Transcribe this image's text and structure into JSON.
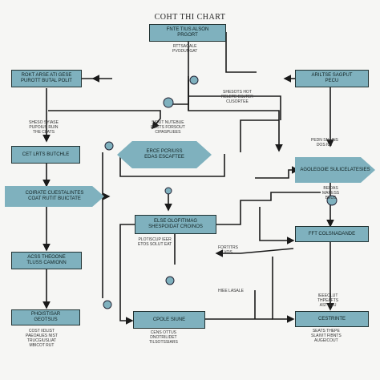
{
  "title": "COHT THI CHART",
  "boxes": {
    "top": {
      "line1": "FNTE TIUS ALSON",
      "line2": "PRGORT"
    },
    "left1": {
      "line1": "ROKT ARSE ATI GESE",
      "line2": "PUROTT BUTAL POLIT"
    },
    "left2": {
      "line1": "CET LRTS BUTCHLE"
    },
    "left3": {
      "line1": "COIRATE CUESTALINTES",
      "line2": "COAT RUTIT BUICTATE"
    },
    "left4": {
      "line1": "ACSS THEOONE",
      "line2": "TLUSS CAMIONN"
    },
    "left5": {
      "line1": "PHOISTISAR",
      "line2": "GEOTSUS"
    },
    "diamond": {
      "line1": "ERCE PCRIUSS",
      "line2": "EDAS ESCAFTEE"
    },
    "mid": {
      "line1": "ELSE OLOFITIMAG",
      "line2": "SHESPOIDAT CROINOS"
    },
    "bottom_mid": {
      "line1": "CPOLE SIUNE"
    },
    "right1": {
      "line1": "ARILTSE SAGPUT",
      "line2": "PECU"
    },
    "right2": {
      "line1": "AGOLEGOIE SULICELATESIES"
    },
    "right3": {
      "line1": "FFT COLSNADANDE"
    },
    "right4": {
      "line1": "CESTRINTE"
    }
  },
  "notes": {
    "n1": "RTTSAGALE\nPVODUNGAT",
    "n2": "SHESO SYIASE\nPUPOIUS RUIN\nTHE CLATS",
    "n3": "SIGUT NUTEBUE\nRECTS FORSOUT\nCIPASPLIEES",
    "n4": "PLOTISCUP IEER\nETOS SOLUT EAT",
    "n5": "BEIDAS\nMARESS\nBEUS",
    "n6": "PEDN SNAINS\nDOS IUT",
    "n7": "FORTITRS\nVOS",
    "n8": "COST IIDLIST\nPAEOAUES NIST\nTRUCGIUSLIAT\nMBICOT RUT",
    "n9": "CENS OTTUS\nDNOTRILIDET\nTILSOTSSIARS",
    "n10": "SEATS THEPE\nSLAIVIT FIBNTS\nAUGEICOUT",
    "n11": "HIEE LASALE",
    "n12": "SHESOTS HOT\nRELETE ESLTER\nCUSORTEE",
    "n13": "IEEEOLUT\nTHPEAFTS\nASTUOU"
  },
  "colors": {
    "box_fill": "#7fb1be",
    "box_border": "#223333",
    "line": "#1a1a1a",
    "background": "#f6f6f4"
  }
}
